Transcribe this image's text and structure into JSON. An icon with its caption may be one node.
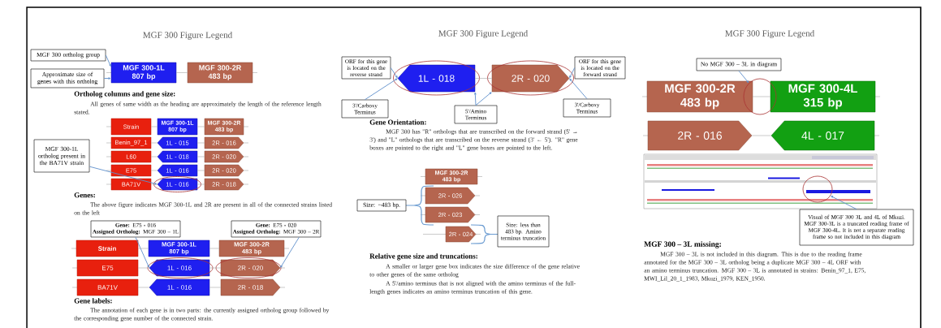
{
  "diagram": {
    "nodes": [
      {
        "text": [
          "MGF 300 ortholog group"
        ]
      },
      {
        "text": [
          "Approximate size of genes with this ortholog"
        ]
      },
      {
        "text": [
          "MGF 300-1L",
          "807 bp"
        ]
      },
      {
        "text": [
          "MGF 300-2R",
          "483 bp"
        ]
      },
      {
        "text": [
          "Strain"
        ]
      },
      {
        "text": [
          "MGF 300-1L",
          "807 bp"
        ]
      },
      {
        "text": [
          "MGF 300-2R",
          "483 bp"
        ]
      },
      {
        "text": [
          "Benin_97_1"
        ]
      },
      {
        "text": [
          "1L - 015"
        ]
      },
      {
        "text": [
          "2R - 016"
        ]
      },
      {
        "text": [
          "L60"
        ]
      },
      {
        "text": [
          "1L - 018"
        ]
      },
      {
        "text": [
          "2R - 020"
        ]
      },
      {
        "text": [
          "E75"
        ]
      },
      {
        "text": [
          "1L - 016"
        ]
      },
      {
        "text": [
          "2R - 020"
        ]
      },
      {
        "text": [
          "MGF 300-1L ortholog present in the BA71V strain"
        ]
      },
      {
        "text": [
          "BA71V"
        ]
      },
      {
        "text": [
          "1L - 016"
        ]
      },
      {
        "text": [
          "2R - 018"
        ]
      },
      {
        "text": [
          "**Gene:** E75 - 016",
          "**Assigned Ortholog:** MGF 300 – 1L"
        ]
      },
      {
        "text": [
          "**Gene:** E75 - 020",
          "**Assigned Ortholog:** MGF 300 – 2R"
        ]
      },
      {
        "text": [
          "Strain"
        ]
      },
      {
        "text": [
          "MGF 300-1L",
          "807 bp"
        ]
      },
      {
        "text": [
          "MGF 300-2R",
          "483 bp"
        ]
      },
      {
        "text": [
          "E75"
        ]
      },
      {
        "text": [
          "1L - 016"
        ]
      },
      {
        "text": [
          "2R - 020"
        ]
      },
      {
        "text": [
          "BA71V"
        ]
      },
      {
        "text": [
          "1L - 016"
        ]
      },
      {
        "text": [
          "2R - 018"
        ]
      },
      {
        "text": [
          "ORF for this gene is located on the reverse strand"
        ]
      },
      {
        "text": [
          "1L - 018"
        ]
      },
      {
        "text": [
          "2R - 020"
        ]
      },
      {
        "text": [
          "ORF for this gene is located on the forward strand"
        ]
      },
      {
        "text": [
          "3'/Carboxy Terminus"
        ]
      },
      {
        "text": [
          "5'/Amino Terminus"
        ]
      },
      {
        "text": [
          "3'/Carboxy Terminus"
        ]
      },
      {
        "text": [
          "MGF 300-2R",
          "483 bp"
        ]
      },
      {
        "text": [
          "Size: ~483 bp."
        ]
      },
      {
        "text": [
          "2R - 026"
        ]
      },
      {
        "text": [
          "2R - 023"
        ]
      },
      {
        "text": [
          "2R - 024"
        ]
      },
      {
        "text": [
          "Size: less than 483 bp. Amino terminus truncation"
        ]
      },
      {
        "text": [
          "No MGF 300 – 3L in diagram"
        ]
      },
      {
        "text": [
          "MGF 300-2R",
          "483 bp"
        ]
      },
      {
        "text": [
          "MGF 300-4L",
          "315 bp"
        ]
      },
      {
        "text": [],
        "shape": "circle"
      },
      {
        "text": [
          "2R - 016"
        ]
      },
      {
        "text": [
          "4L - 017"
        ]
      },
      {
        "text": [],
        "shape": "picture"
      },
      {
        "text": [],
        "shape": "circle",
        "in": 50
      },
      {
        "text": [
          "Visual of MGF 300 3L and 4L of Mkuzi. MGF 300-3L is a truncated reading frame of MGF 300-4L. It is not a separate reading frame so not included in this diagram"
        ]
      }
    ],
    "edges": [
      {
        "from": 0,
        "to": 2,
        "arrow": "to",
        "color": "#5e8fcb"
      },
      {
        "from": 1,
        "to": 2,
        "arrow": "to",
        "color": "#5e8fcb"
      },
      {
        "from": 16,
        "to": 18,
        "arrow": "to",
        "color": "#5e8fcb"
      },
      {
        "from": 20,
        "to": 26,
        "arrow": "to",
        "color": "#5e8fcb"
      },
      {
        "from": 21,
        "to": 27,
        "arrow": "to",
        "color": "#5e8fcb"
      },
      {
        "from": 31,
        "to": 32,
        "arrow": "to",
        "color": "#5e8fcb"
      },
      {
        "from": 34,
        "to": 33,
        "arrow": "to",
        "color": "#5e8fcb"
      },
      {
        "from": 35,
        "to": 32,
        "arrow": "to",
        "color": "#5e8fcb"
      },
      {
        "from": 36,
        "to": 32,
        "arrow": "to",
        "color": "#5e8fcb"
      },
      {
        "from": 36,
        "to": 33,
        "arrow": "to",
        "color": "#5e8fcb"
      },
      {
        "from": 37,
        "to": 33,
        "arrow": "to",
        "color": "#5e8fcb"
      },
      {
        "from": 44,
        "to": 47,
        "arrow": "to",
        "color": "#5e8fcb"
      },
      {
        "from": 52,
        "to": 51,
        "arrow": "to",
        "color": "#5e8fcb"
      },
      {
        "from": 2,
        "to": 3,
        "arrow": "none"
      },
      {
        "from": 4,
        "to": 5,
        "arrow": "none"
      },
      {
        "from": 5,
        "to": 6,
        "arrow": "none"
      },
      {
        "from": 7,
        "to": 8,
        "arrow": "none"
      },
      {
        "from": 8,
        "to": 9,
        "arrow": "none"
      },
      {
        "from": 10,
        "to": 11,
        "arrow": "none"
      },
      {
        "from": 11,
        "to": 12,
        "arrow": "none"
      },
      {
        "from": 13,
        "to": 14,
        "arrow": "none"
      },
      {
        "from": 14,
        "to": 15,
        "arrow": "none"
      },
      {
        "from": 17,
        "to": 18,
        "arrow": "none"
      },
      {
        "from": 18,
        "to": 19,
        "arrow": "none"
      },
      {
        "from": 22,
        "to": 23,
        "arrow": "none"
      },
      {
        "from": 23,
        "to": 24,
        "arrow": "none"
      },
      {
        "from": 25,
        "to": 26,
        "arrow": "none"
      },
      {
        "from": 26,
        "to": 27,
        "arrow": "none"
      },
      {
        "from": 28,
        "to": 29,
        "arrow": "none"
      },
      {
        "from": 29,
        "to": 30,
        "arrow": "none"
      },
      {
        "from": 32,
        "to": 33,
        "arrow": "none"
      },
      {
        "from": 48,
        "to": 49,
        "arrow": "none"
      }
    ],
    "labels": [
      "MGF 300 Figure Legend",
      "Ortholog columns and gene size:",
      "All genes of same width as the heading are approximately the length of the reference length stated.",
      "Genes:",
      "The above figure indicates MGF 300-1L and 2R are present in all of the connected strains listed on the left",
      "Gene labels:",
      "The annotation of each gene is in two parts: the currently assigned ortholog group followed by the corresponding gene number of the connected strain.",
      "MGF 300 Figure Legend",
      "Gene Orientation:",
      "MGF 300 has \"R\" orthologs that are transcribed on the forward strand (5' → 3') and \"L\" orthologs that are transcribed on the reverse strand (3' ← 5'). \"R\" gene boxes are pointed to the right and \"L\" gene boxes are pointed to the left.",
      "Relative gene size and truncations:",
      "A smaller or larger gene box indicates the size difference of the gene relative to other genes of the same ortholog",
      "A 5'/amino terminus that is not aligned with the amino terminus of the full-length genes indicates an amino terminus truncation of this gene.",
      "MGF 300 Figure Legend",
      "MGF 300 – 3L missing:",
      "MGF 300 – 3L is not included in this diagram. This is due to the reading frame annotated for the MGF 300 – 3L ortholog being a duplicate MGF 300 – 4L ORF with an amino terminus truncation. MGF 300 – 3L is annotated in strains: Benin_97_1, E75, MWI_Lil_20_1_1983, Mkuzi_1979, KEN_1950."
    ]
  }
}
